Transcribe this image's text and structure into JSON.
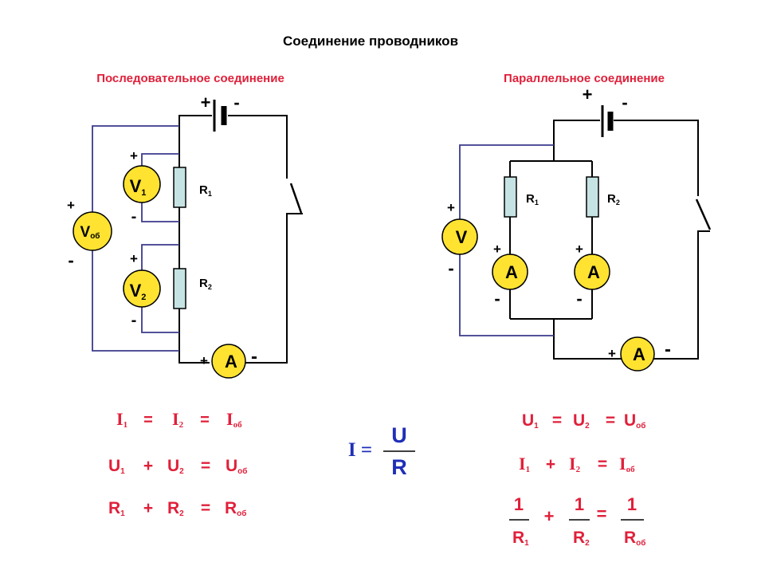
{
  "title": "Соединение проводников",
  "series_heading": "Последовательное соединение",
  "parallel_heading": "Параллельное соединение",
  "colors": {
    "accent_red": "#e0203a",
    "wire": "#000000",
    "probe_wire": "#3a3a8c",
    "meter_fill": "#ffe330",
    "resistor_fill": "#c6e3e3",
    "formula_blue": "#1f2fb8"
  },
  "series": {
    "battery_plus": "+",
    "battery_minus": "-",
    "r1": {
      "main": "R",
      "sub": "1"
    },
    "r2": {
      "main": "R",
      "sub": "2"
    },
    "v1": {
      "main": "V",
      "sub": "1",
      "plus": "+",
      "minus": "-"
    },
    "v2": {
      "main": "V",
      "sub": "2",
      "plus": "+",
      "minus": "-"
    },
    "vtot": {
      "main": "V",
      "sub": "об",
      "plus": "+",
      "minus": "-"
    },
    "ammeter": {
      "main": "A",
      "plus": "+",
      "minus": "-"
    }
  },
  "parallel": {
    "battery_plus": "+",
    "battery_minus": "-",
    "r1": {
      "main": "R",
      "sub": "1"
    },
    "r2": {
      "main": "R",
      "sub": "2"
    },
    "voltmeter": {
      "main": "V",
      "plus": "+",
      "minus": "-"
    },
    "ammeter1": {
      "main": "A",
      "plus": "+",
      "minus": "-"
    },
    "ammeter2": {
      "main": "A",
      "plus": "+",
      "minus": "-"
    },
    "ammeter_main": {
      "main": "A",
      "plus": "+",
      "minus": "-"
    }
  },
  "formulas": {
    "series": {
      "current": {
        "a": "I",
        "as": "1",
        "op1": "=",
        "b": "I",
        "bs": "2",
        "op2": "=",
        "c": "I",
        "cs": "об"
      },
      "voltage": {
        "a": "U",
        "as": "1",
        "op1": "+",
        "b": "U",
        "bs": "2",
        "op2": "=",
        "c": "U",
        "cs": "об"
      },
      "resistance": {
        "a": "R",
        "as": "1",
        "op1": "+",
        "b": "R",
        "bs": "2",
        "op2": "=",
        "c": "R",
        "cs": "об"
      }
    },
    "ohm": {
      "lhs": "I =",
      "num": "U",
      "den": "R"
    },
    "parallel": {
      "voltage": {
        "a": "U",
        "as": "1",
        "op1": "=",
        "b": "U",
        "bs": "2",
        "op2": "=",
        "c": "U",
        "cs": "об"
      },
      "current": {
        "a": "I",
        "as": "1",
        "op1": "+",
        "b": "I",
        "bs": "2",
        "op2": "=",
        "c": "I",
        "cs": "об"
      },
      "resistance": {
        "num1": "1",
        "den1": "R",
        "den1s": "1",
        "op1": "+",
        "num2": "1",
        "den2": "R",
        "den2s": "2",
        "op2": "=",
        "num3": "1",
        "den3": "R",
        "den3s": "об"
      }
    }
  }
}
